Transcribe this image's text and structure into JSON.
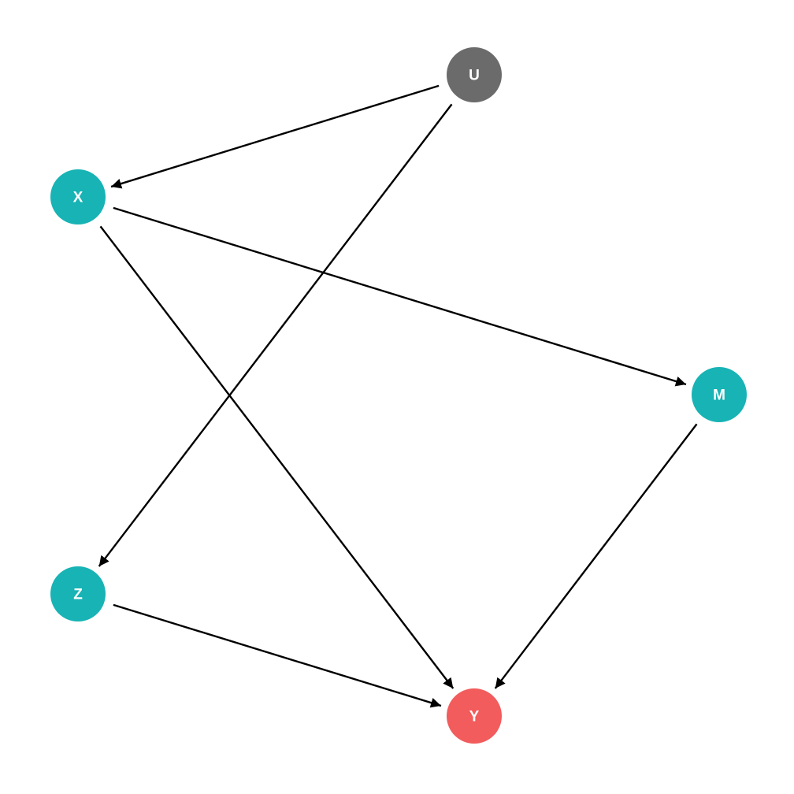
{
  "nodes": [
    {
      "id": "U",
      "label": "U",
      "color": "#6b6b6b"
    },
    {
      "id": "X",
      "label": "X",
      "color": "#17b3b5"
    },
    {
      "id": "M",
      "label": "M",
      "color": "#17b3b5"
    },
    {
      "id": "Z",
      "label": "Z",
      "color": "#17b3b5"
    },
    {
      "id": "Y",
      "label": "Y",
      "color": "#f25c5c"
    }
  ],
  "edges": [
    {
      "from": "U",
      "to": "X"
    },
    {
      "from": "U",
      "to": "Z"
    },
    {
      "from": "X",
      "to": "M"
    },
    {
      "from": "X",
      "to": "Y"
    },
    {
      "from": "M",
      "to": "Y"
    },
    {
      "from": "Z",
      "to": "Y"
    }
  ],
  "edge_color": "#000000"
}
